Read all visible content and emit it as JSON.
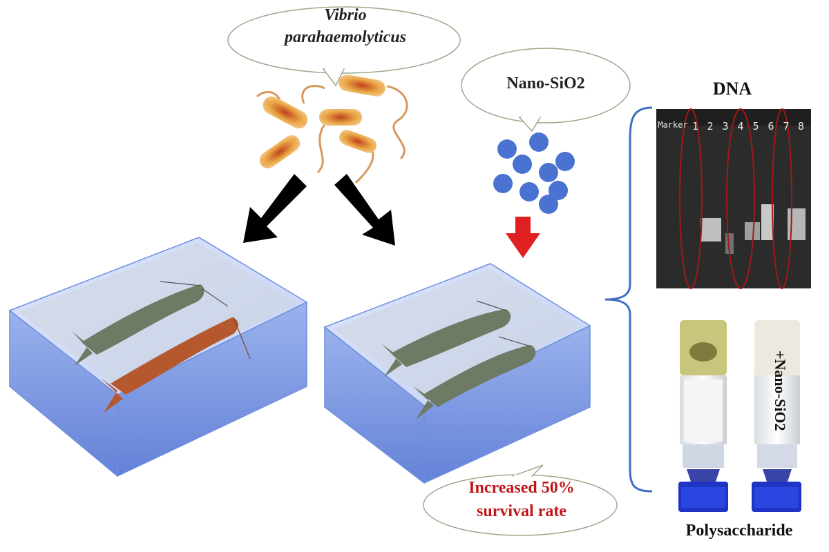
{
  "labels": {
    "bacteria": "Vibrio parahaemolyticus",
    "bacteria_line1": "Vibrio",
    "bacteria_line2": "parahaemolyticus",
    "nanoparticle": "Nano-SiO2",
    "dna": "DNA",
    "polysaccharide": "Polysaccharide",
    "survival_line1": "Increased 50%",
    "survival_line2": "survival rate",
    "vial_label": "+Nano-SiO2"
  },
  "gel": {
    "lanes": [
      "Marker",
      "1",
      "2",
      "3",
      "4",
      "5",
      "6",
      "7",
      "8"
    ]
  },
  "colors": {
    "accent_red": "#c0161a",
    "particle_blue": "#4a72d0",
    "tank_blue": "#6f8fdc",
    "bacteria_orange": "#e0953a"
  }
}
